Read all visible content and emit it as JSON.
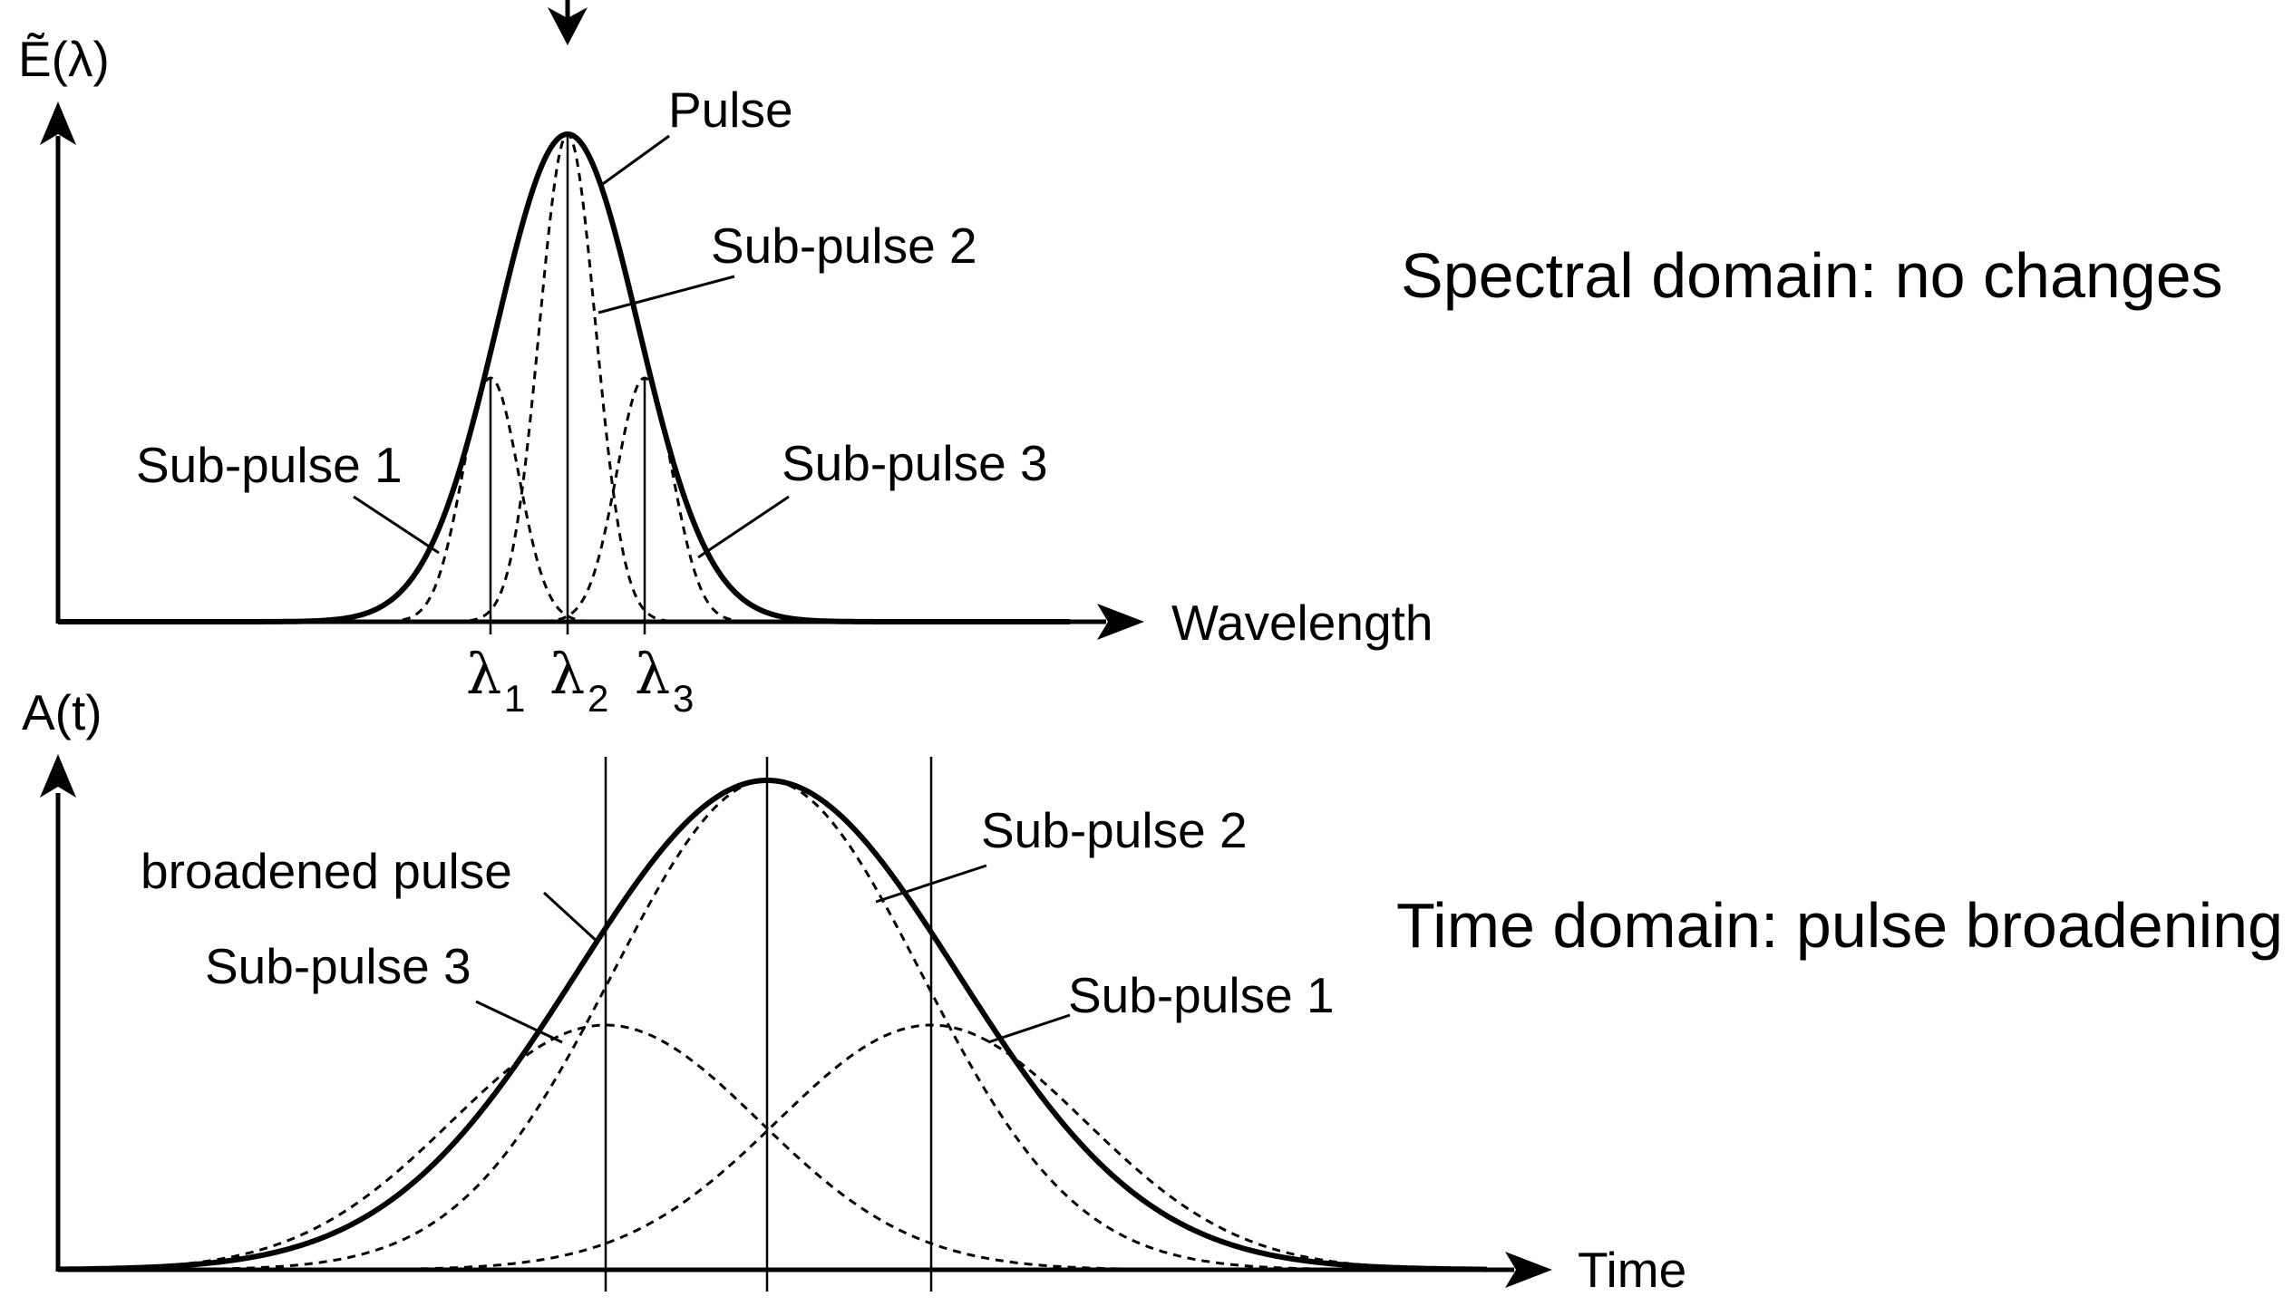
{
  "top_panel": {
    "y_axis_label": "Ẽ(λ)",
    "x_axis_label": "Wavelength",
    "caption": "Spectral domain: no changes",
    "labels": {
      "pulse": "Pulse",
      "sub_pulse_1": "Sub-pulse 1",
      "sub_pulse_2": "Sub-pulse 2",
      "sub_pulse_3": "Sub-pulse 3"
    },
    "wavelength_markers": [
      {
        "symbol": "λ",
        "sub": "1"
      },
      {
        "symbol": "λ",
        "sub": "2"
      },
      {
        "symbol": "λ",
        "sub": "3"
      }
    ]
  },
  "bottom_panel": {
    "y_axis_label": "A(t)",
    "x_axis_label": "Time",
    "caption": "Time domain: pulse broadening",
    "labels": {
      "broadened_pulse": "broadened pulse",
      "sub_pulse_1": "Sub-pulse 1",
      "sub_pulse_2": "Sub-pulse 2",
      "sub_pulse_3": "Sub-pulse 3"
    }
  },
  "colors": {
    "ink": "#000000",
    "background": "#ffffff"
  }
}
